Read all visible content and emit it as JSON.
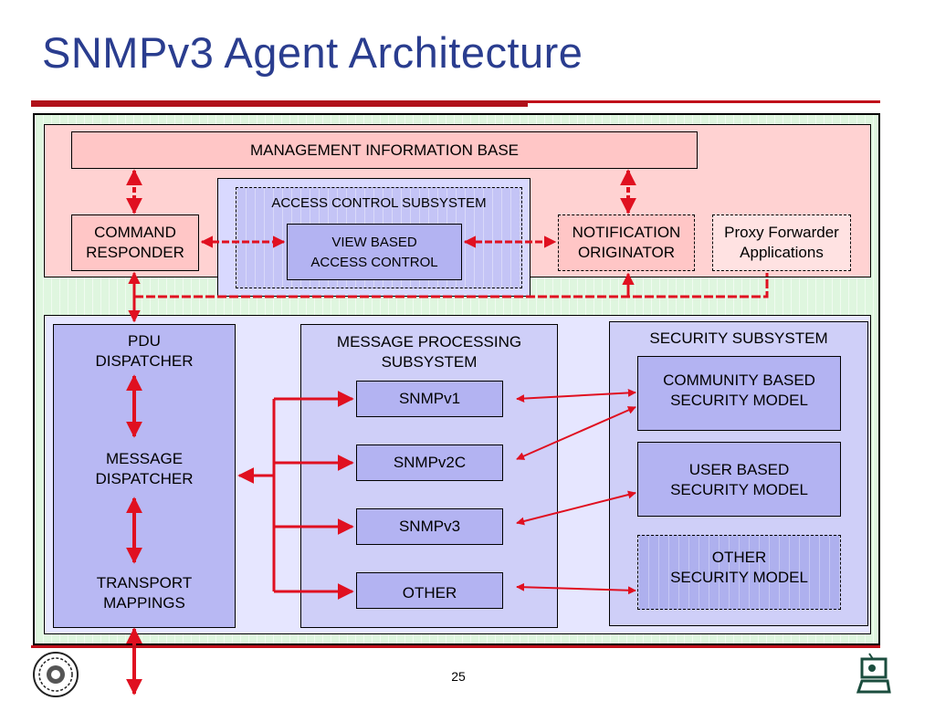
{
  "slide": {
    "title": "SNMPv3 Agent Architecture",
    "page_number": "25"
  },
  "diagram": {
    "mib": "MANAGEMENT INFORMATION BASE",
    "access_control": "ACCESS CONTROL SUBSYSTEM",
    "view_based": [
      "VIEW BASED",
      "ACCESS CONTROL"
    ],
    "command_responder": [
      "COMMAND",
      "RESPONDER"
    ],
    "notification_originator": [
      "NOTIFICATION",
      "ORIGINATOR"
    ],
    "proxy": [
      "Proxy Forwarder",
      "Applications"
    ],
    "pdu": [
      "PDU",
      "DISPATCHER"
    ],
    "message_dispatcher": [
      "MESSAGE",
      "DISPATCHER"
    ],
    "transport": [
      "TRANSPORT",
      "MAPPINGS"
    ],
    "message_processing": [
      "MESSAGE PROCESSING",
      "SUBSYSTEM"
    ],
    "versions": [
      "SNMPv1",
      "SNMPv2C",
      "SNMPv3",
      "OTHER"
    ],
    "security_subsystem": "SECURITY SUBSYSTEM",
    "security_models": [
      [
        "COMMUNITY BASED",
        "SECURITY MODEL"
      ],
      [
        "USER BASED",
        "SECURITY MODEL"
      ],
      [
        "OTHER",
        "SECURITY MODEL"
      ]
    ]
  },
  "colors": {
    "title": "#2a3d8f",
    "accent_red": "#e01020",
    "pink_region": "#ffd2d2",
    "blue_region": "#b8b8f3"
  }
}
